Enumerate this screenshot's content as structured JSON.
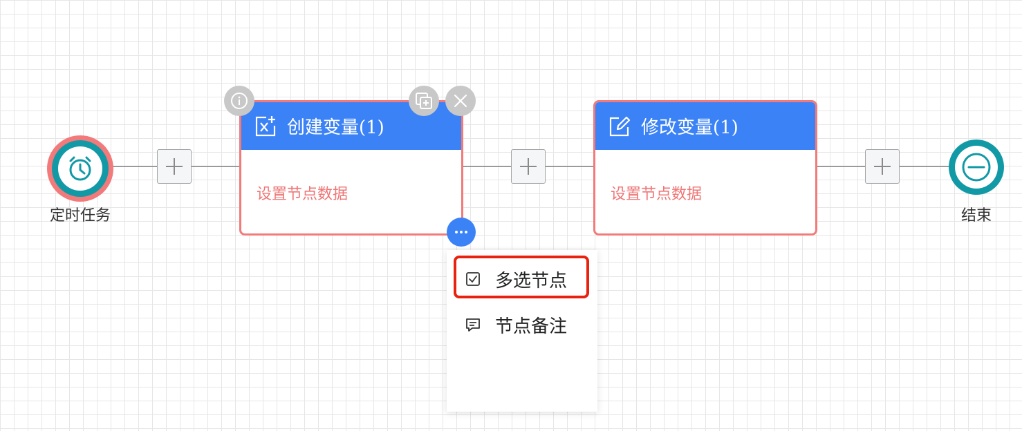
{
  "start_node": {
    "label": "定时任务",
    "icon": "alarm-clock-icon"
  },
  "end_node": {
    "label": "结束",
    "icon": "minus-circle-icon"
  },
  "cards": [
    {
      "title": "创建变量(1)",
      "icon": "variable-add-icon",
      "body": "设置节点数据"
    },
    {
      "title": "修改变量(1)",
      "icon": "edit-icon",
      "body": "设置节点数据"
    }
  ],
  "context_menu": {
    "items": [
      {
        "label": "多选节点",
        "icon": "checkbox-icon"
      },
      {
        "label": "节点备注",
        "icon": "comment-icon"
      }
    ]
  },
  "colors": {
    "accent_blue": "#3b82f6",
    "teal": "#1299a6",
    "selection_red": "#f37a7a",
    "highlight_red": "#e8220e"
  }
}
